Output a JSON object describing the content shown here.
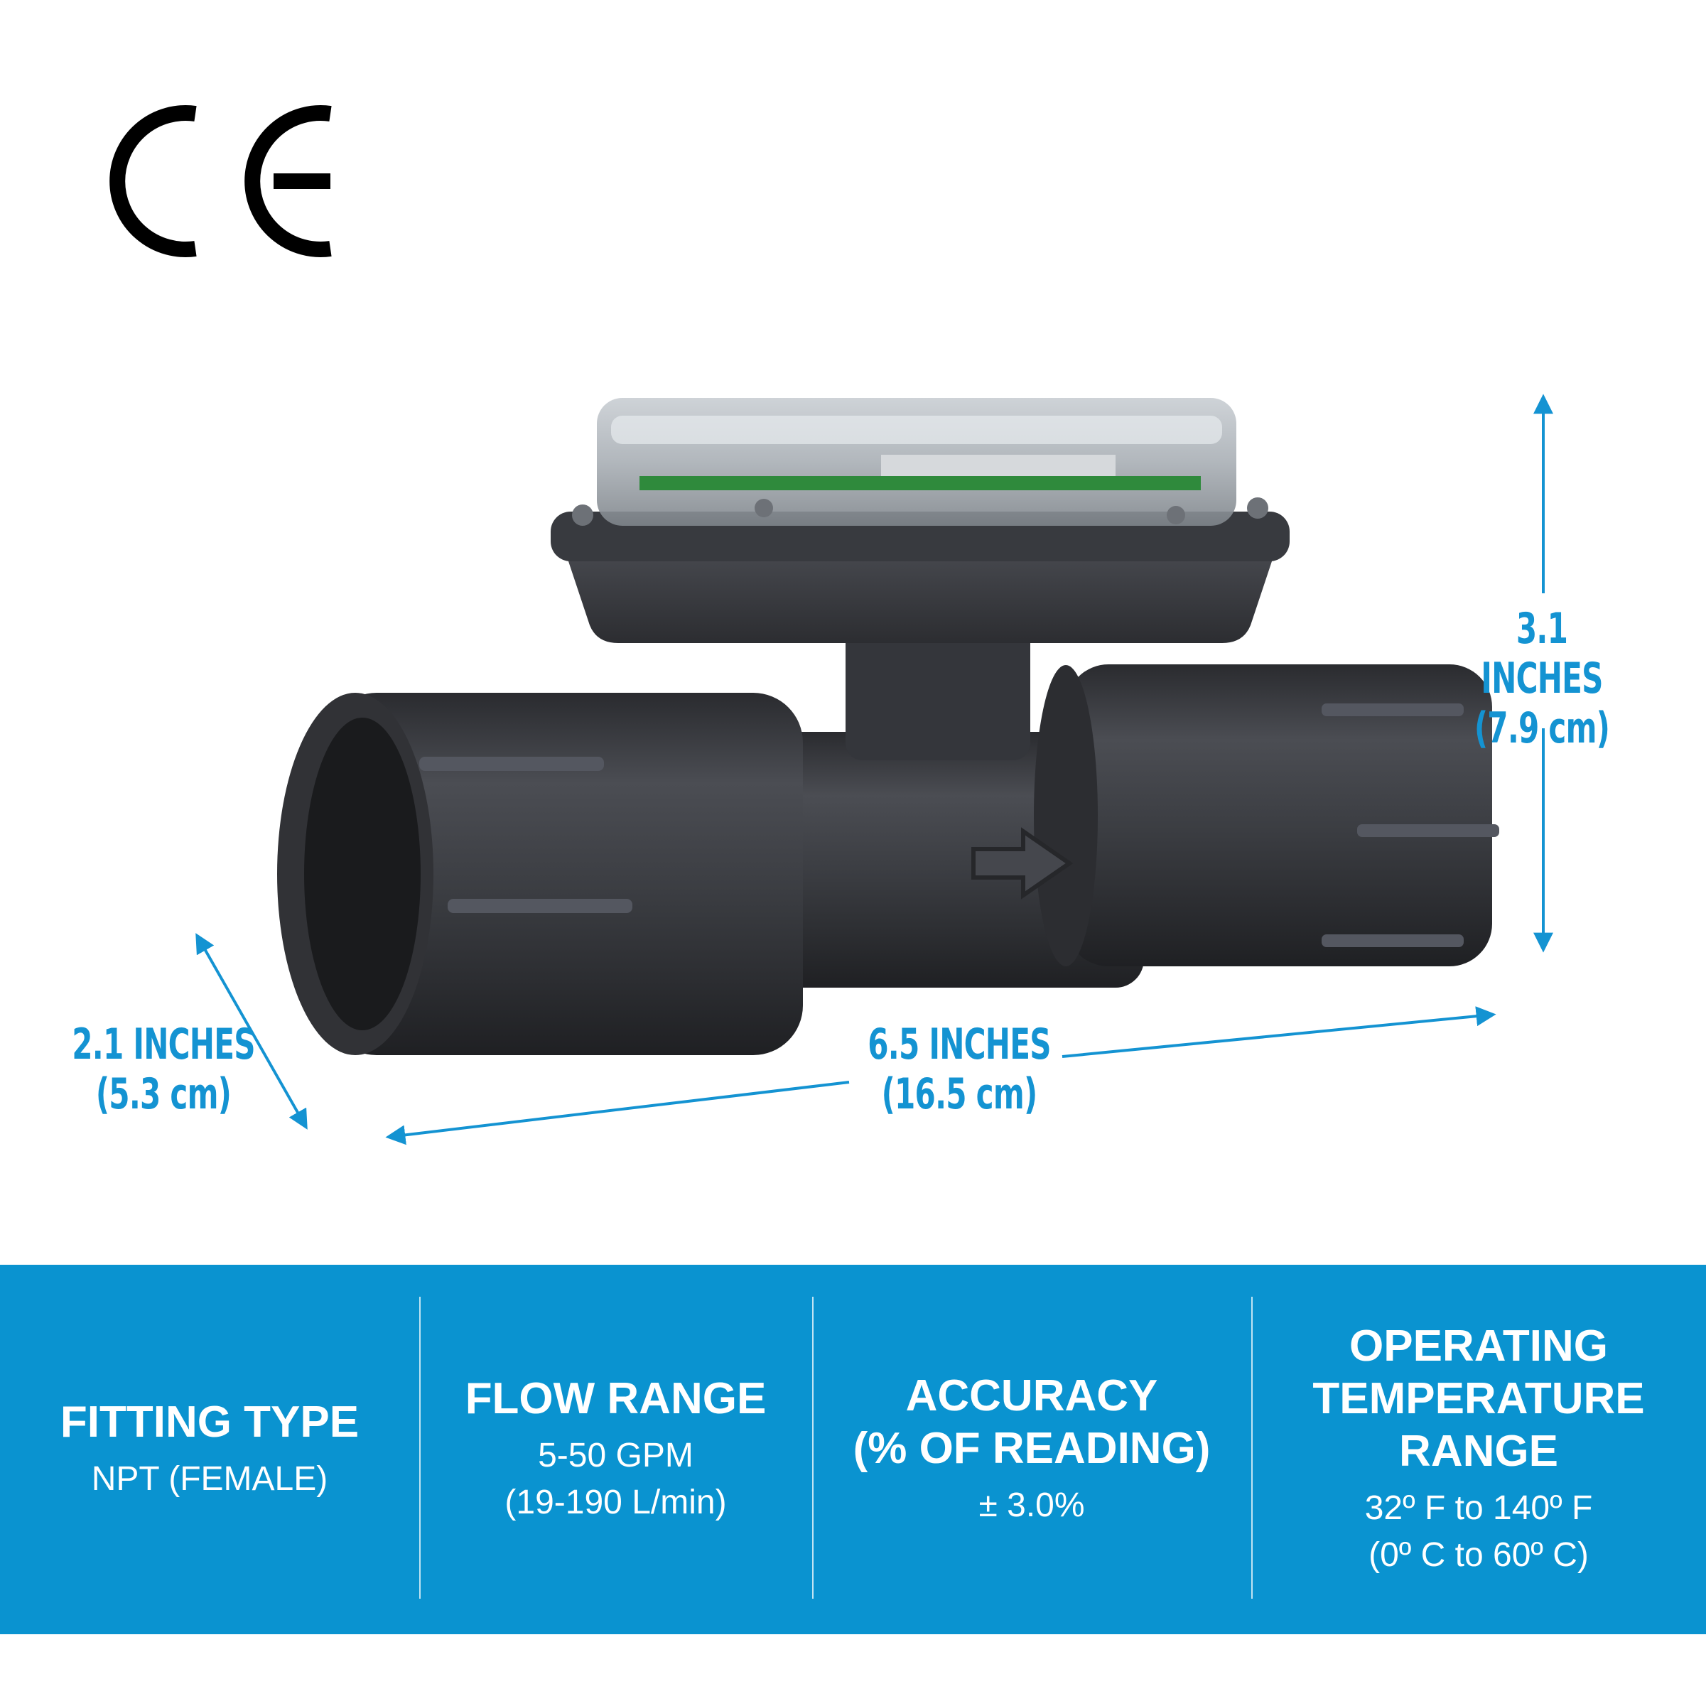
{
  "certification": {
    "mark": "CE"
  },
  "dimensions": {
    "depth": {
      "line1": "2.1 INCHES",
      "line2": "(5.3 cm)"
    },
    "length": {
      "line1": "6.5 INCHES",
      "line2": "(16.5 cm)"
    },
    "height": {
      "line1": "3.1 INCHES",
      "line2": "(7.9 cm)"
    }
  },
  "colors": {
    "accent": "#1493d2",
    "spec_bar": "#0a93d0",
    "body": "#3a3c41"
  },
  "specs": [
    {
      "title": "FITTING TYPE",
      "value": "NPT (FEMALE)"
    },
    {
      "title": "FLOW RANGE",
      "value": "5-50 GPM\n(19-190 L/min)"
    },
    {
      "title": "ACCURACY\n(% OF READING)",
      "value": "± 3.0%"
    },
    {
      "title": "OPERATING\nTEMPERATURE\nRANGE",
      "value": "32º F to 140º F\n(0º C to 60º C)"
    }
  ]
}
